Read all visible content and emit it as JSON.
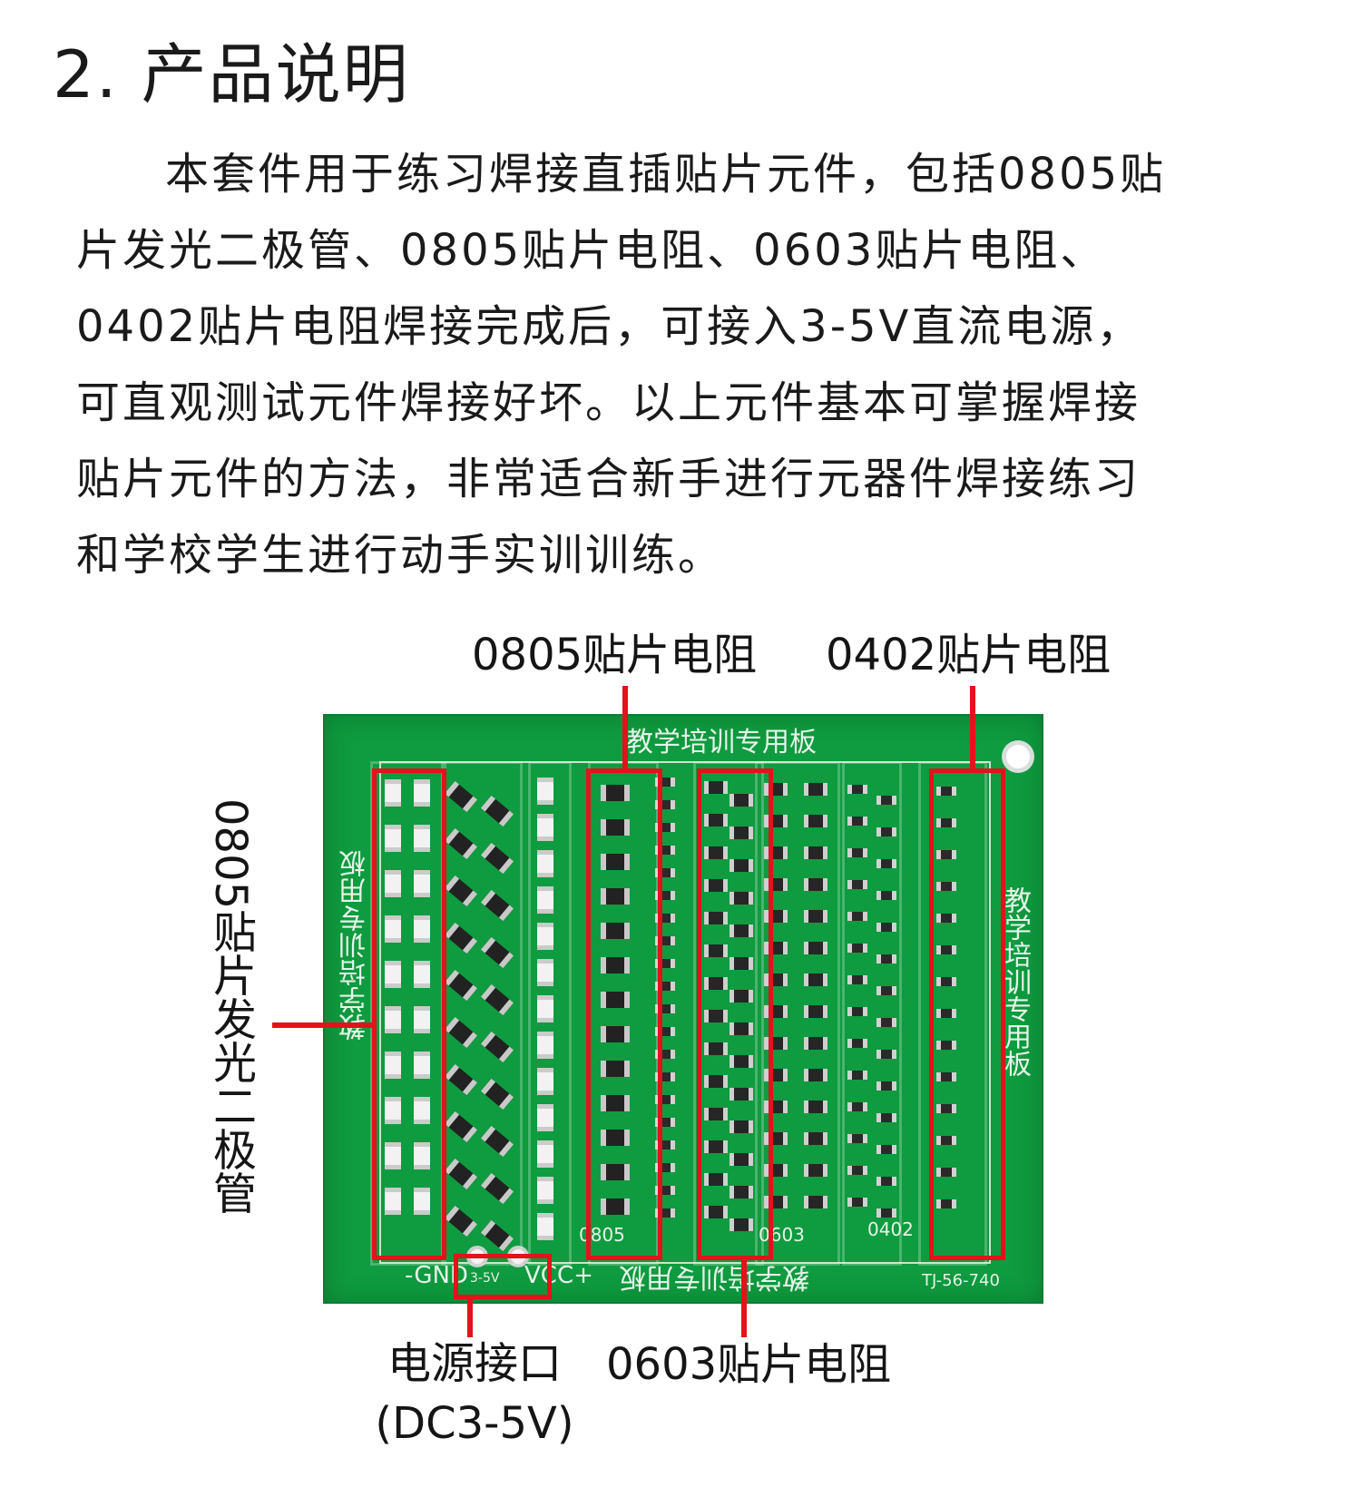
{
  "heading": "2. 产品说明",
  "intro_lines": [
    "本套件用于练习焊接直插贴片元件，包括0805贴",
    "片发光二极管、0805贴片电阻、0603贴片电阻、",
    "0402贴片电阻焊接完成后，可接入3-5V直流电源，",
    "可直观测试元件焊接好坏。以上元件基本可掌握焊接",
    "贴片元件的方法，非常适合新手进行元器件焊接练习",
    "和学校学生进行动手实训训练。"
  ],
  "callouts": {
    "r0805": "0805贴片电阻",
    "r0402": "0402贴片电阻",
    "led0805": "0805贴片发光二极管",
    "power": "电源接口",
    "power_spec": "(DC3-5V)",
    "r0603": "0603贴片电阻"
  },
  "board": {
    "title": "教学培训专用板",
    "left_vertical": "教学培训专用板",
    "right_vertical": "教学培训专用板",
    "bottom_text": "教学培训专用板",
    "gnd_label": "-GND",
    "vcc_label": "VCC+",
    "voltage_label": "3-5V",
    "label_0805": "0805",
    "label_0603": "0603",
    "label_0402": "0402",
    "model": "TJ-56-740"
  },
  "colors": {
    "accent": "#e3121b",
    "pcb_green": "#0f9b3f",
    "silkscreen": "#e6f3e9"
  }
}
